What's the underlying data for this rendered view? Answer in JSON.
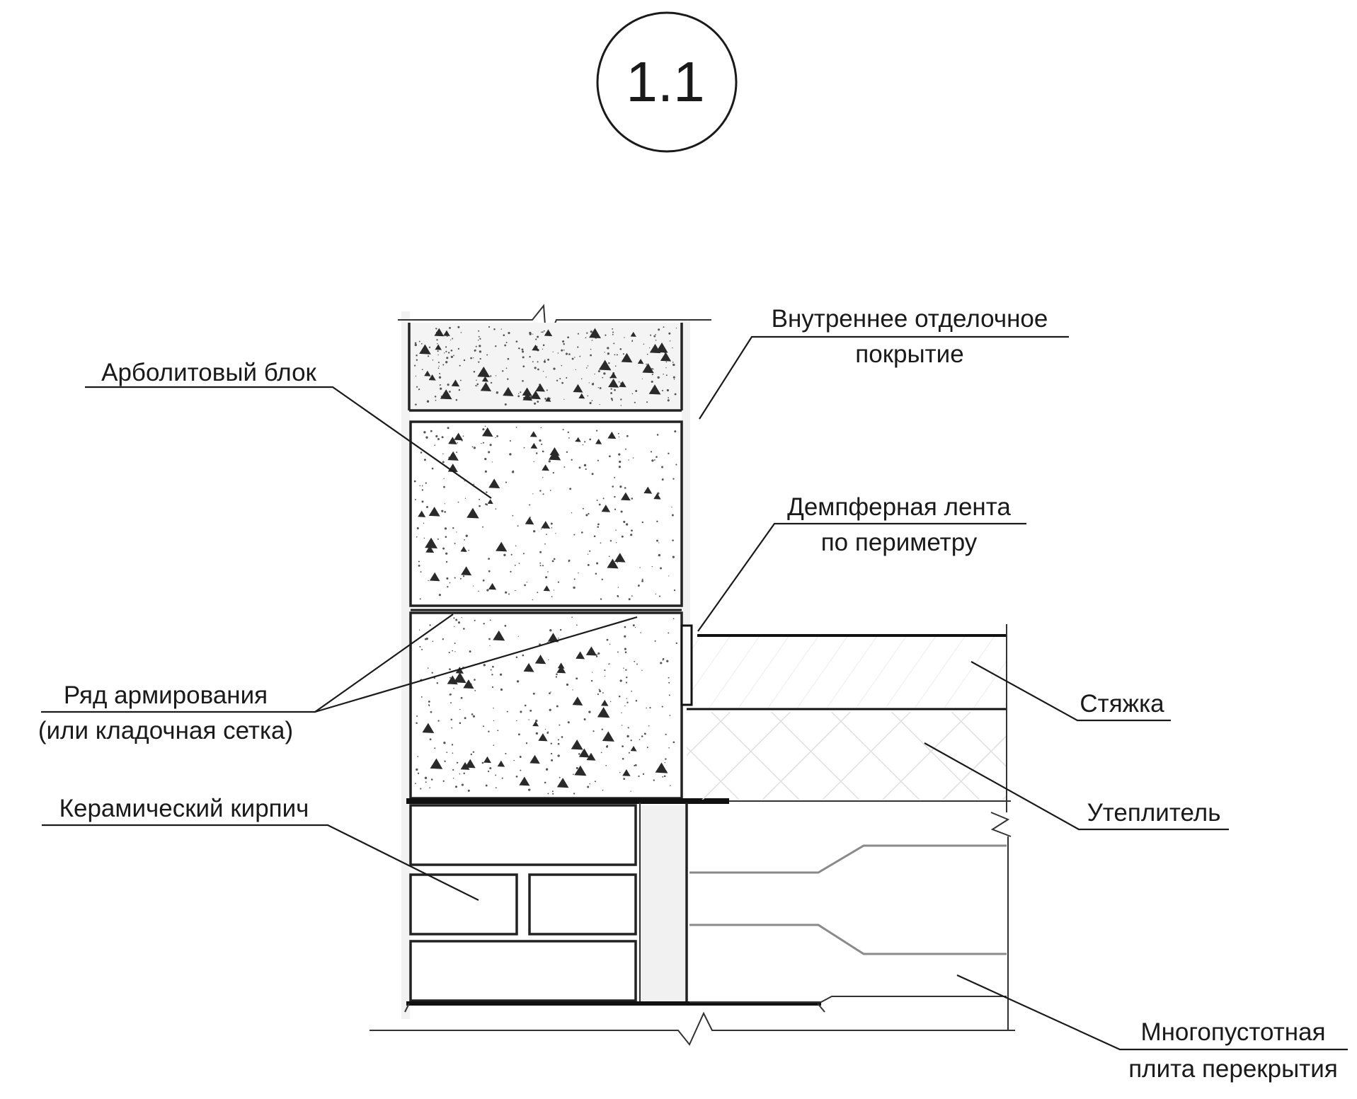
{
  "title": "1.1",
  "labels": {
    "inner_finish_1": "Внутреннее отделочное",
    "inner_finish_2": "покрытие",
    "arbolite_block": "Арболитовый блок",
    "damper_tape_1": "Демпферная лента",
    "damper_tape_2": "по периметру",
    "reinforcement_1": "Ряд армирования",
    "reinforcement_2": "(или кладочная сетка)",
    "screed": "Стяжка",
    "ceramic_brick": "Керамический кирпич",
    "insulation": "Утеплитель",
    "hollow_slab_1": "Многопустотная",
    "hollow_slab_2": "плита перекрытия"
  },
  "colors": {
    "line": "#1a1a1a",
    "hatch": "#cfcfcf",
    "speckle": "#2a2a2a"
  }
}
